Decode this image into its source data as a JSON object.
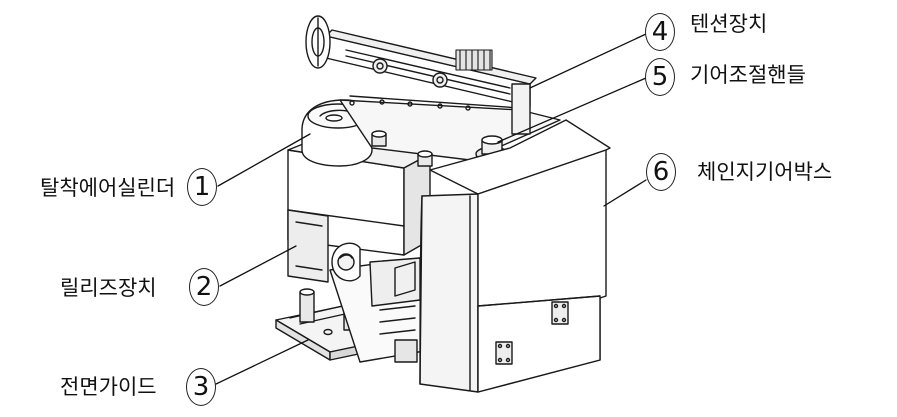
{
  "callouts": [
    {
      "number": "1",
      "label": "탈착에어실린더"
    },
    {
      "number": "2",
      "label": "릴리즈장치"
    },
    {
      "number": "3",
      "label": "전면가이드"
    },
    {
      "number": "4",
      "label": "텐션장치"
    },
    {
      "number": "5",
      "label": "기어조절핸들"
    },
    {
      "number": "6",
      "label": "체인지기어박스"
    }
  ]
}
